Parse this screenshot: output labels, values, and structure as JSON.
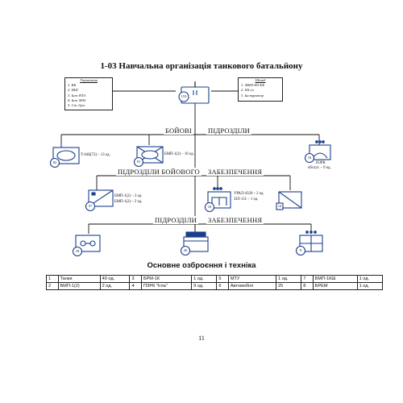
{
  "title": "1-03 Навчальна організація танкового батальйону",
  "legend_left": {
    "header": "Управління",
    "items": [
      "1.  КБ",
      "2.  НШ",
      "3.  Інж НТЗ",
      "4.  Інж МЗЗ",
      "5.  Ст. бухг"
    ]
  },
  "legend_right": {
    "header": "Штаб",
    "items": [
      "1.  ЗНШ-Н3 КБ",
      "2.  НЗ сп.",
      "3.  Інструктор"
    ]
  },
  "command": {
    "number": "153"
  },
  "sections": {
    "combat": {
      "left": "БОЙОВІ",
      "right": "ПІДРОЗДІЛИ"
    },
    "combat_support": {
      "left": "ПІДРОЗДІЛИ БОЙОВОГО",
      "right": "ЗАБЕЗПЕЧЕННЯ"
    },
    "support": {
      "left": "ПІДРОЗДІЛИ",
      "right": "ЗАБЕЗПЕЧЕННЯ"
    }
  },
  "units": {
    "tank_company": {
      "number": "82",
      "label": "Т-64Б(72) – 13 од."
    },
    "bmp_company": {
      "number": "91",
      "label": "БМП-1(2) – 10 од."
    },
    "recon": {
      "number": "16",
      "label1": "ПЗРК",
      "label2": "обслуг. – 9 од."
    },
    "engineer": {
      "number": "57",
      "label1": "БМП-1(2) – 3 од.",
      "label2": "БМП-1(2) – 2 од."
    },
    "transport": {
      "number": "10",
      "label1": "УРАЛ-4320 – 2 од.",
      "label2": "ЗІЛ-131 – 1 од."
    },
    "comms_unit": {
      "number": "14"
    },
    "repair": {
      "number": "18"
    },
    "medical": {
      "number": "26"
    },
    "logistics": {
      "number": "9"
    }
  },
  "equipment": {
    "title": "Основне озброєння і техніка",
    "rows": [
      [
        "1",
        "Танки",
        "40 од.",
        "3",
        "БРМ-1К",
        "1 од.",
        "5",
        "МТУ",
        "1 од.",
        "7",
        "БМП-1КШ",
        "1 од."
      ],
      [
        "2",
        "БМП-1(2)",
        "2 од.",
        "4",
        "ПЗРК \"Ігла\"",
        "9 од.",
        "6",
        "Автомобілі",
        "25",
        "8",
        "БРЕМ",
        "1 од."
      ]
    ]
  },
  "page_number": "11"
}
